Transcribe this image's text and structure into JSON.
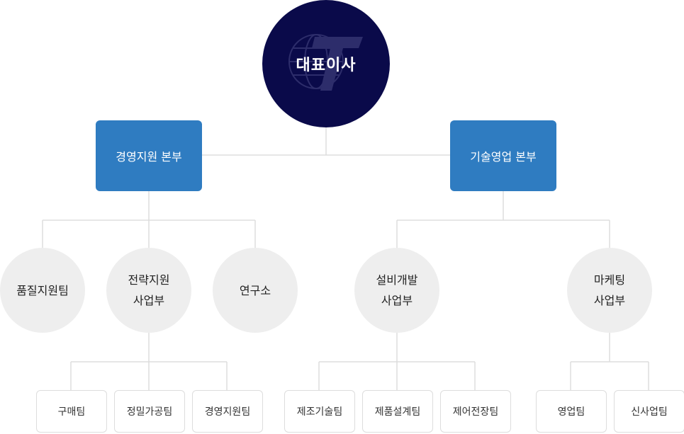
{
  "ceo": {
    "label": "대표이사"
  },
  "divisions": {
    "management_support": "경영지원 본부",
    "tech_sales": "기술영업 본부"
  },
  "units": {
    "quality": "품질지원팀",
    "strategy": "전략지원\n사업부",
    "research": "연구소",
    "equipment": "설비개발\n사업부",
    "marketing": "마케팅\n사업부"
  },
  "teams": {
    "purchasing": "구매팀",
    "precision": "정밀가공팀",
    "management": "경영지원팀",
    "manufacturing_tech": "제조기술팀",
    "product_design": "제품설계팀",
    "control_electrical": "제어전장팀",
    "sales": "영업팀",
    "new_business": "신사업팀"
  },
  "colors": {
    "ceo_bg": "#0a0a4a",
    "division_bg": "#2f7cc1",
    "unit_bg": "#eeeeee",
    "line": "#dddddd"
  }
}
